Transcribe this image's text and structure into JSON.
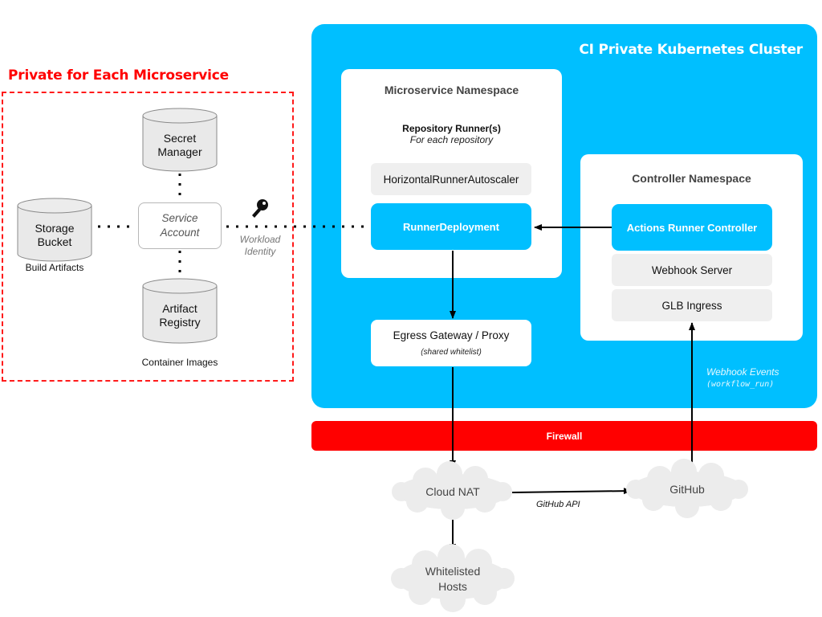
{
  "private_region": {
    "title": "Private for Each Microservice",
    "secret_manager": {
      "line1": "Secret",
      "line2": "Manager"
    },
    "storage_bucket": {
      "line1": "Storage",
      "line2": "Bucket",
      "caption": "Build Artifacts"
    },
    "artifact_registry": {
      "line1": "Artifact",
      "line2": "Registry",
      "caption": "Container Images"
    },
    "service_account": {
      "line1": "Service",
      "line2": "Account"
    },
    "workload_identity": {
      "line1": "Workload",
      "line2": "Identity",
      "icon": "key-icon"
    }
  },
  "cluster": {
    "title": "CI Private Kubernetes Cluster",
    "color": "#00bfff",
    "microservice_ns": {
      "title": "Microservice Namespace",
      "runner_title": "Repository Runner(s)",
      "runner_subtitle": "For each repository",
      "autoscaler": "HorizontalRunnerAutoscaler",
      "deployment": "RunnerDeployment"
    },
    "controller_ns": {
      "title": "Controller Namespace",
      "controller": "Actions Runner Controller",
      "webhook_server": "Webhook Server",
      "ingress": "GLB Ingress"
    },
    "egress": {
      "title": "Egress Gateway / Proxy",
      "subtitle": "(shared whitelist)"
    },
    "webhook_events": {
      "line1": "Webhook Events",
      "line2": "(workflow_run)"
    }
  },
  "firewall": {
    "label": "Firewall",
    "color": "#ff0000"
  },
  "external": {
    "cloud_nat": "Cloud NAT",
    "github": "GitHub",
    "whitelisted_hosts": {
      "line1": "Whitelisted",
      "line2": "Hosts"
    },
    "github_api_label": "GitHub API"
  }
}
